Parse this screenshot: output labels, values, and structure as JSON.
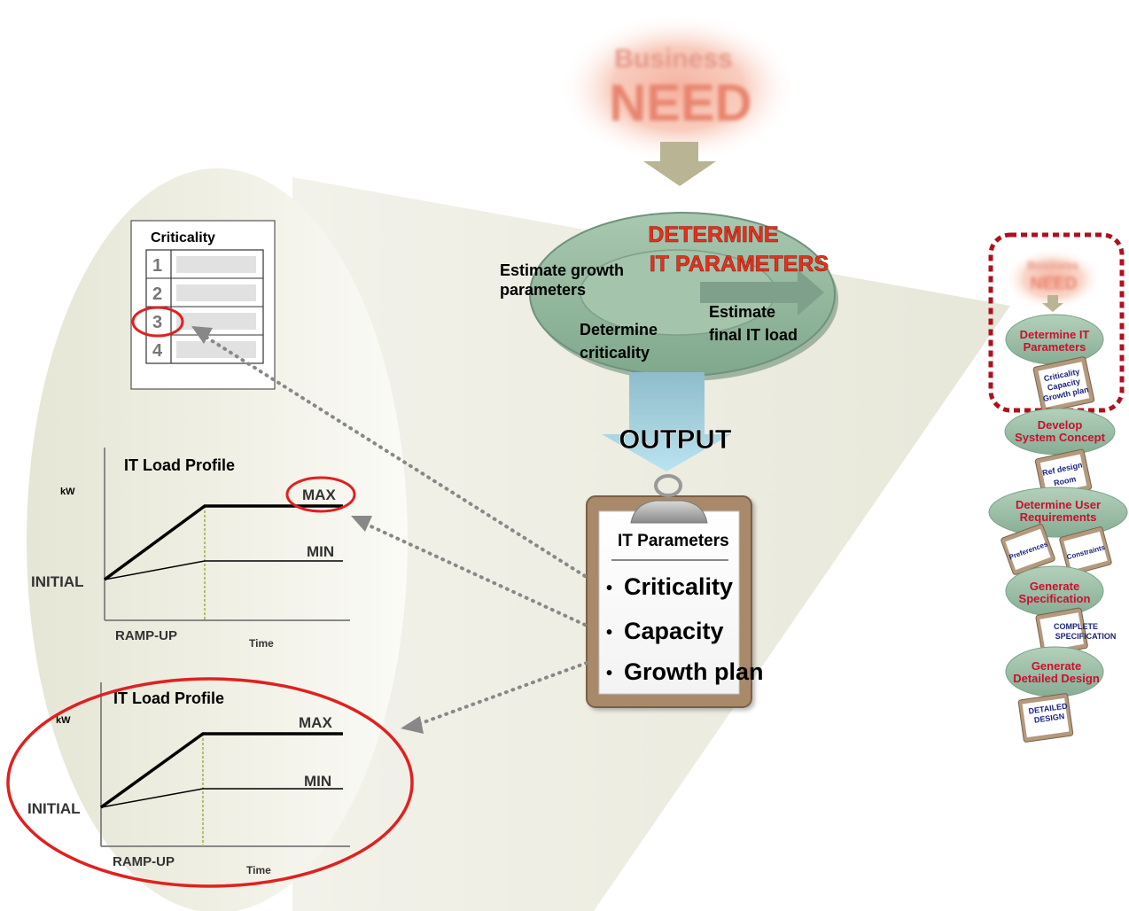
{
  "business_need": {
    "line1": "Business",
    "line2": "NEED"
  },
  "process": {
    "title_line1": "DETERMINE",
    "title_line2": "IT PARAMETERS",
    "step1_line1": "Estimate growth",
    "step1_line2": "parameters",
    "step2_line1": "Determine",
    "step2_line2": "criticality",
    "step3_line1": "Estimate",
    "step3_line2": "final IT load"
  },
  "output_label": "OUTPUT",
  "clipboard": {
    "title": "IT Parameters",
    "items": [
      "Criticality",
      "Capacity",
      "Growth plan"
    ]
  },
  "criticality_card": {
    "title": "Criticality",
    "levels": [
      "1",
      "2",
      "3",
      "4"
    ],
    "highlighted_level": "3"
  },
  "load_profile_1": {
    "title": "IT Load Profile",
    "y_unit": "kW",
    "max_label": "MAX",
    "min_label": "MIN",
    "initial_label": "INITIAL",
    "rampup_label": "RAMP-UP",
    "x_label": "Time"
  },
  "load_profile_2": {
    "title": "IT Load Profile",
    "y_unit": "kW",
    "max_label": "MAX",
    "min_label": "MIN",
    "initial_label": "INITIAL",
    "rampup_label": "RAMP-UP",
    "x_label": "Time"
  },
  "mini_flow": {
    "business_line1": "Business",
    "business_line2": "NEED",
    "step1_line1": "Determine IT",
    "step1_line2": "Parameters",
    "step1_doc_line1": "Criticality",
    "step1_doc_line2": "Capacity",
    "step1_doc_line3": "Growth plan",
    "step2_line1": "Develop",
    "step2_line2": "System Concept",
    "step2_doc_line1": "Ref design",
    "step2_doc_line2": "Room",
    "step3_line1": "Determine User",
    "step3_line2": "Requirements",
    "step3_doc_a": "Preferences",
    "step3_doc_b": "Constraints",
    "step4_line1": "Generate",
    "step4_line2": "Specification",
    "step4_doc_line1": "COMPLETE",
    "step4_doc_line2": "SPECIFICATION",
    "step5_line1": "Generate",
    "step5_line2": "Detailed Design",
    "step5_doc_line1": "DETAILED",
    "step5_doc_line2": "DESIGN"
  },
  "colors": {
    "accent_red": "#d42020",
    "highlight_ring": "#e02020",
    "mini_title_red": "#c8102e",
    "mini_doc_blue": "#1a237e",
    "ellipse_green": "#8fb59a",
    "arrow_tan": "#b9b493",
    "output_arrow": "#9ad0e3",
    "clipboard_board": "#a88a6a"
  }
}
